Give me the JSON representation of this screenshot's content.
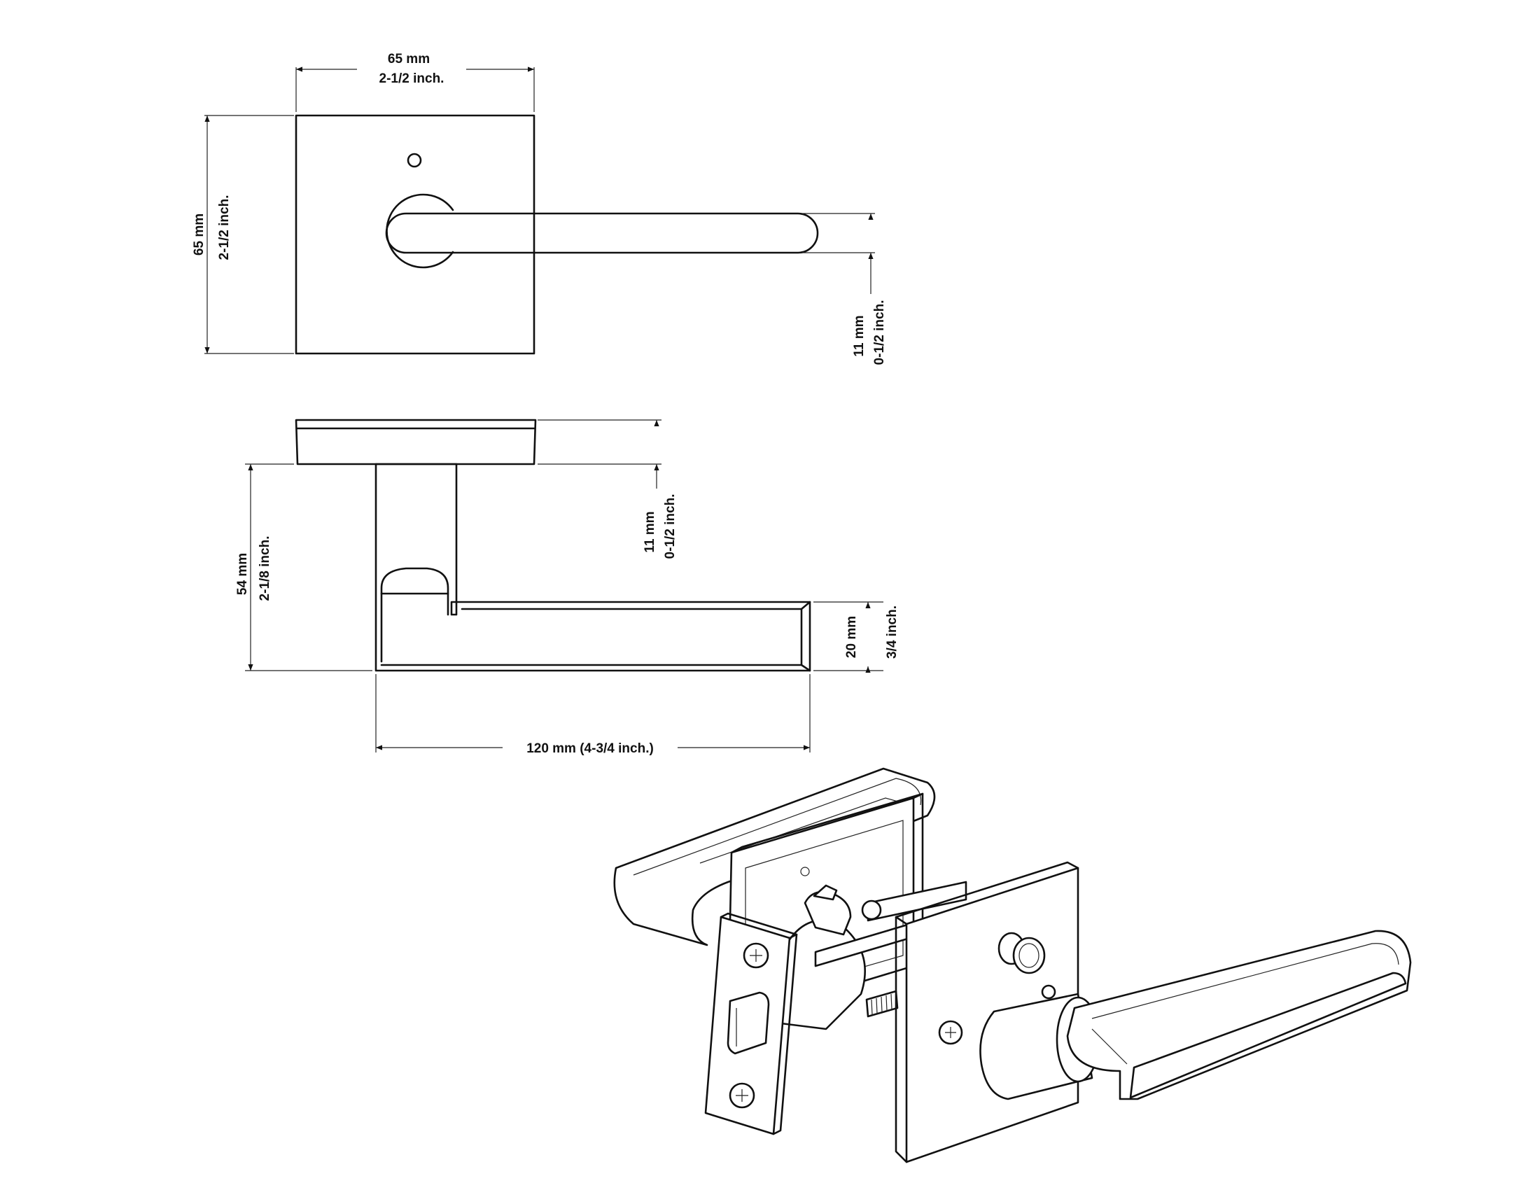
{
  "colors": {
    "line": "#111111",
    "background": "#ffffff"
  },
  "dimensions": {
    "front_width_mm": "65 mm",
    "front_width_in": "2-1/2 inch.",
    "front_height_mm": "65 mm",
    "front_height_in": "2-1/2 inch.",
    "lever_dia_mm": "11 mm",
    "lever_dia_in": "0-1/2 inch.",
    "rose_thick_mm": "11 mm",
    "rose_thick_in": "0-1/2 inch.",
    "projection_mm": "54 mm",
    "projection_in": "2-1/8 inch.",
    "lever_height_mm": "20 mm",
    "lever_height_in": "3/4 inch.",
    "lever_length": "120 mm (4-3/4 inch.)"
  }
}
